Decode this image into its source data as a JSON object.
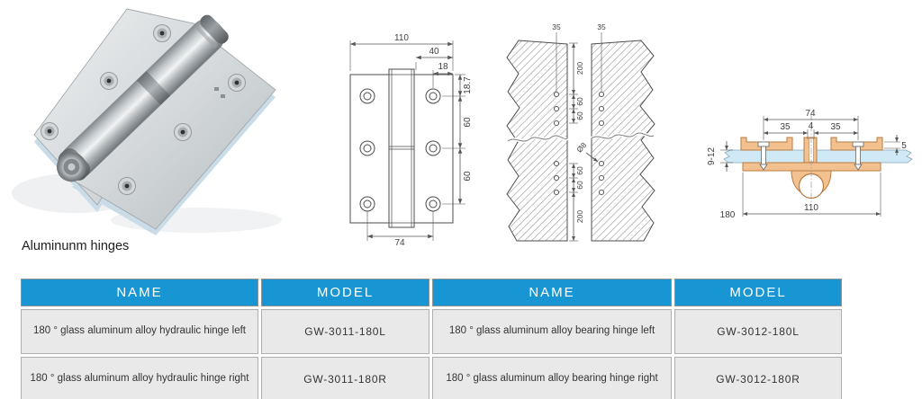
{
  "title": "Aluminunm hinges",
  "front_view": {
    "w110": "110",
    "w40": "40",
    "w18": "18",
    "h18_7": "18.7",
    "h60a": "60",
    "h60b": "60",
    "w74": "74"
  },
  "install_view": {
    "t35l": "35",
    "t35r": "35",
    "u200": "200",
    "u60a": "60",
    "u60b": "60",
    "l60a": "60",
    "l60b": "60",
    "l200": "200",
    "dia": "Ø8"
  },
  "section_view": {
    "w74": "74",
    "w35l": "35",
    "w4": "4",
    "w35r": "35",
    "t5": "5",
    "g9_12": "9-12",
    "w110": "110",
    "w180": "180"
  },
  "table": {
    "headers": [
      "NAME",
      "MODEL",
      "NAME",
      "MODEL"
    ],
    "rows": [
      [
        "180 ° glass aluminum alloy hydraulic hinge left",
        "GW-3011-180L",
        "180 ° glass aluminum alloy bearing hinge left",
        "GW-3012-180L"
      ],
      [
        "180 ° glass aluminum alloy hydraulic hinge right",
        "GW-3011-180R",
        "180 ° glass aluminum alloy bearing hinge right",
        "GW-3012-180R"
      ]
    ]
  },
  "colors": {
    "header_blue": "#1896d4",
    "row_gray": "#e9e9e9",
    "profile_orange": "#f3c190",
    "profile_orange_stroke": "#b87b42",
    "glass_blue": "#cfe9f6",
    "drawing_line": "#555555"
  }
}
